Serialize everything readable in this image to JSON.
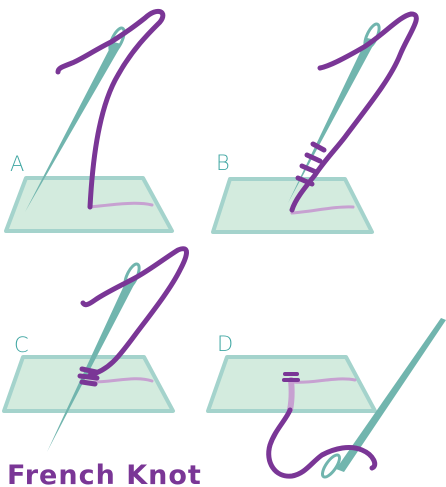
{
  "diagram": {
    "title": "French Knot",
    "steps": [
      {
        "label": "A"
      },
      {
        "label": "B"
      },
      {
        "label": "C"
      },
      {
        "label": "D"
      }
    ]
  },
  "colors": {
    "fabric_fill": "#d3ebde",
    "fabric_edge": "#a4d3cc",
    "needle": "#71b5ae",
    "thread": "#7a3696",
    "thread_light": "#c7a1d1",
    "label": "#41a7a3",
    "caption": "#7a3696"
  }
}
